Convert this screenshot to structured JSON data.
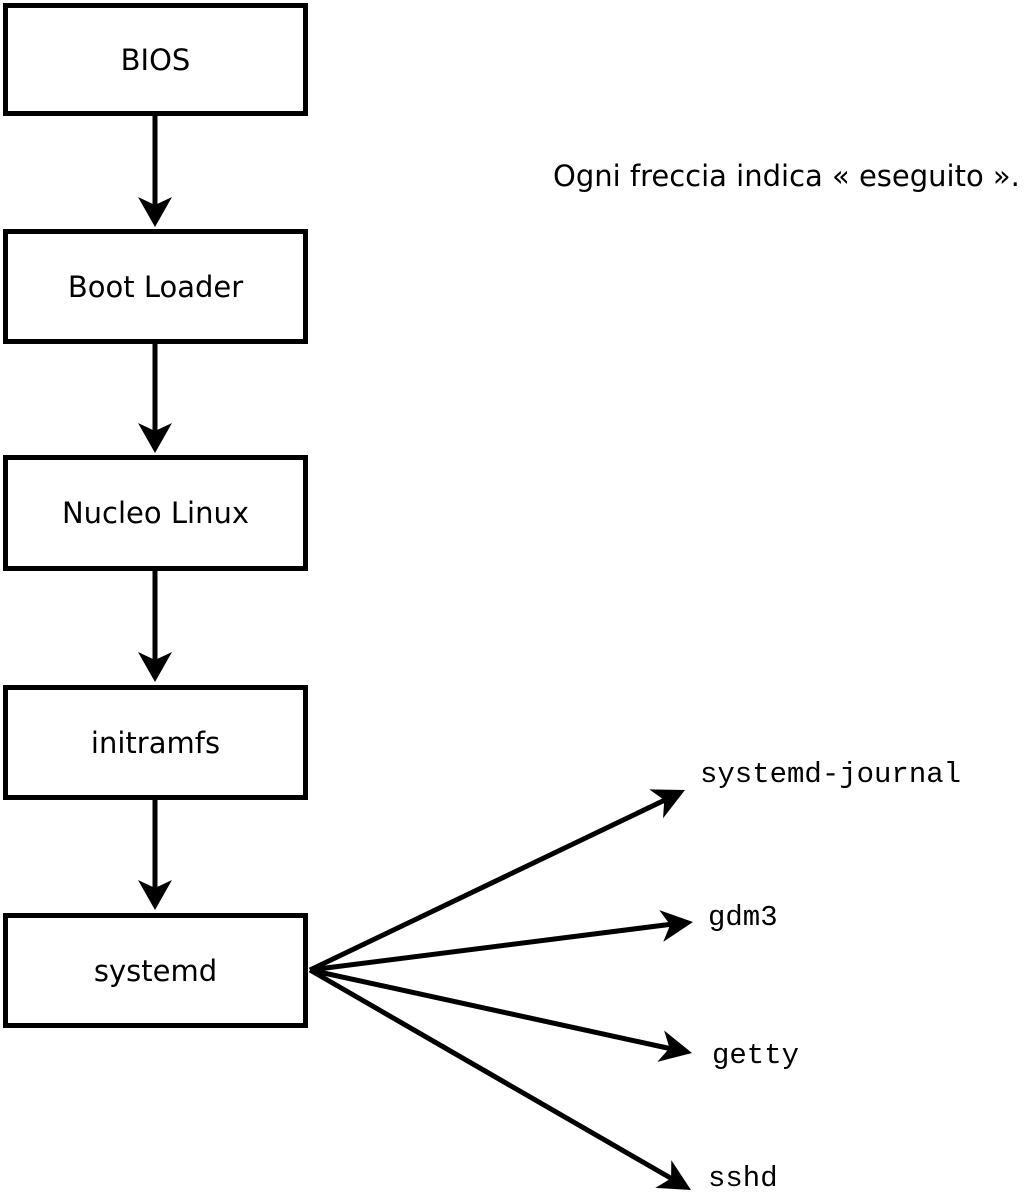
{
  "diagram": {
    "caption": "Ogni freccia indica « eseguito ».",
    "boxes": [
      {
        "id": "bios",
        "label": "BIOS"
      },
      {
        "id": "boot-loader",
        "label": "Boot Loader"
      },
      {
        "id": "nucleo-linux",
        "label": "Nucleo Linux"
      },
      {
        "id": "initramfs",
        "label": "initramfs"
      },
      {
        "id": "systemd",
        "label": "systemd"
      }
    ],
    "processes": [
      {
        "label": "systemd-journal"
      },
      {
        "label": "gdm3"
      },
      {
        "label": "getty"
      },
      {
        "label": "sshd"
      }
    ],
    "colors": {
      "line": "#000000",
      "box_border": "#000000",
      "background": "#ffffff"
    }
  }
}
